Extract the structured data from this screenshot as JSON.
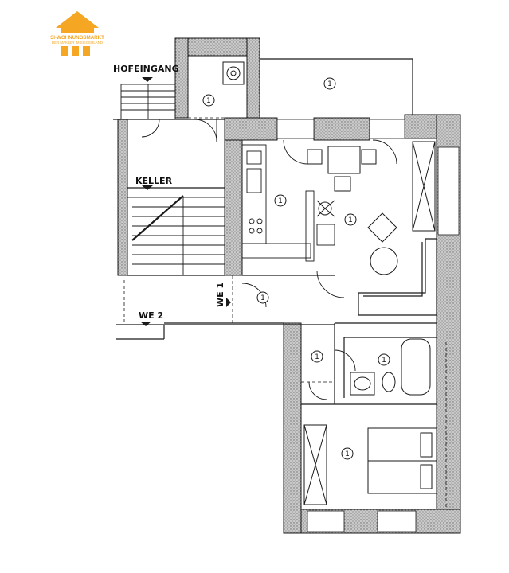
{
  "logo": {
    "name": "SI-WOHNUNGSMARKT",
    "tagline": "DER MAKLER IM SIEGERLAND",
    "color": "#f5a623"
  },
  "labels": {
    "hofeingang": "HOFEINGANG",
    "keller": "KELLER",
    "we1": "WE 1",
    "we2": "WE 2"
  },
  "room_marks": [
    "1",
    "1",
    "1",
    "1",
    "1",
    "1",
    "1",
    "1"
  ],
  "colors": {
    "wall_fill": "#9a9a9a",
    "line": "#1a1a1a",
    "background": "#ffffff"
  }
}
